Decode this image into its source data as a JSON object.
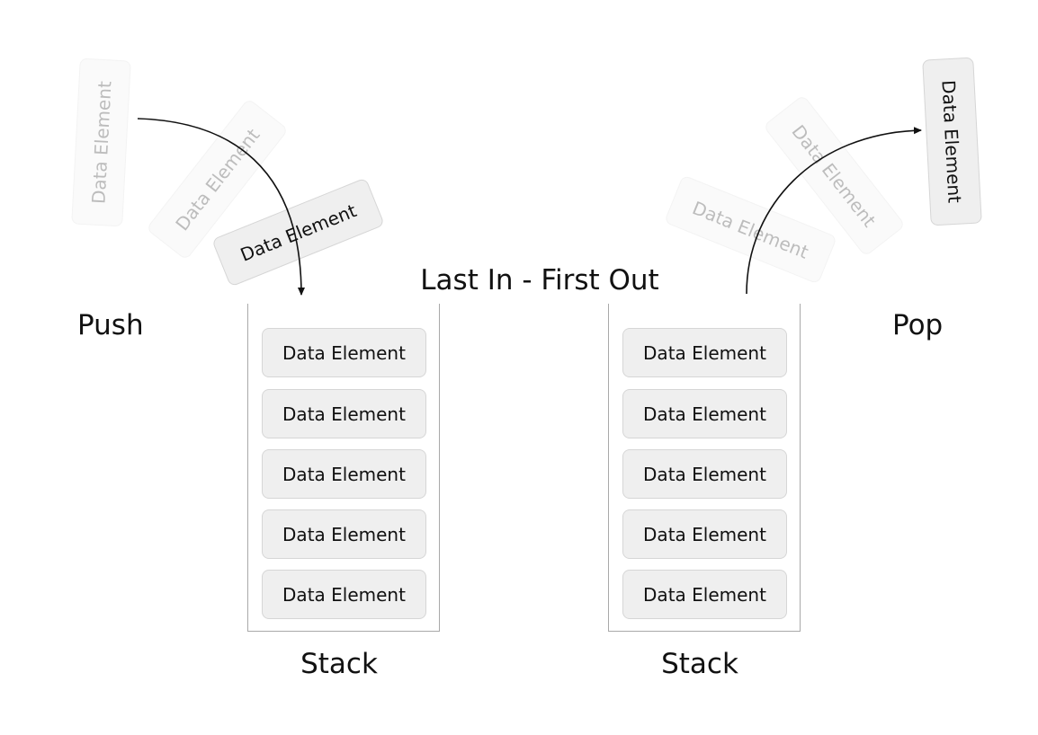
{
  "title": "Last In - First Out",
  "push": {
    "label": "Push",
    "flying_elements": [
      "Data Element",
      "Data Element",
      "Data Element"
    ]
  },
  "pop": {
    "label": "Pop",
    "flying_elements": [
      "Data Element",
      "Data Element",
      "Data Element"
    ]
  },
  "stacks": [
    {
      "caption": "Stack",
      "items": [
        "Data Element",
        "Data Element",
        "Data Element",
        "Data Element",
        "Data Element"
      ]
    },
    {
      "caption": "Stack",
      "items": [
        "Data Element",
        "Data Element",
        "Data Element",
        "Data Element",
        "Data Element"
      ]
    }
  ],
  "colors": {
    "element_fill": "#efefef",
    "element_border": "#d6d6d6",
    "stack_border": "#a9a9a9",
    "arrow": "#111111"
  }
}
